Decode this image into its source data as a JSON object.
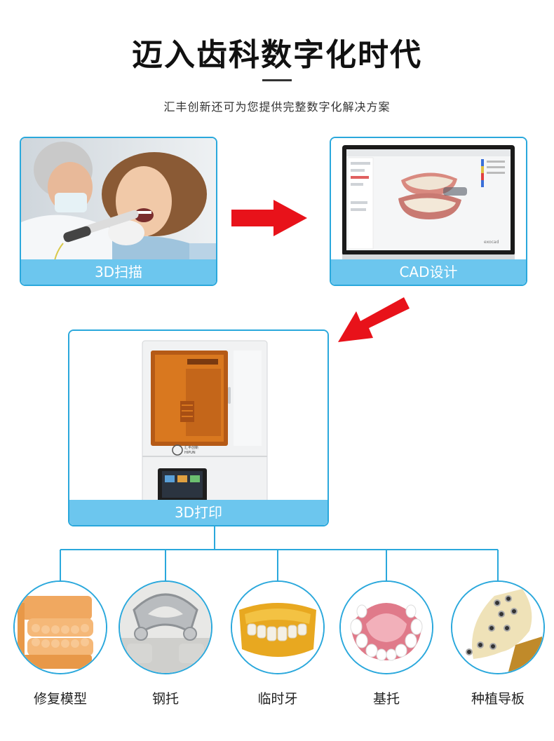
{
  "header": {
    "title": "迈入齿科数字化时代",
    "subtitle": "汇丰创新还可为您提供完整数字化解决方案"
  },
  "steps": {
    "scan": {
      "caption": "3D扫描"
    },
    "cad": {
      "caption": "CAD设计",
      "software_mark": "exocad"
    },
    "print": {
      "caption": "3D打印",
      "printer_brand": "HIPUN",
      "printer_brand_cn": "汇丰创新"
    }
  },
  "applications": [
    {
      "label": "修复模型",
      "icon": "dental-model-icon"
    },
    {
      "label": "钢托",
      "icon": "metal-frame-icon"
    },
    {
      "label": "临时牙",
      "icon": "temporary-teeth-icon"
    },
    {
      "label": "基托",
      "icon": "denture-base-icon"
    },
    {
      "label": "种植导板",
      "icon": "implant-guide-icon"
    }
  ],
  "colors": {
    "accent_blue": "#2aa8dc",
    "caption_blue": "#6cc6ee",
    "arrow_red": "#e8121a"
  }
}
